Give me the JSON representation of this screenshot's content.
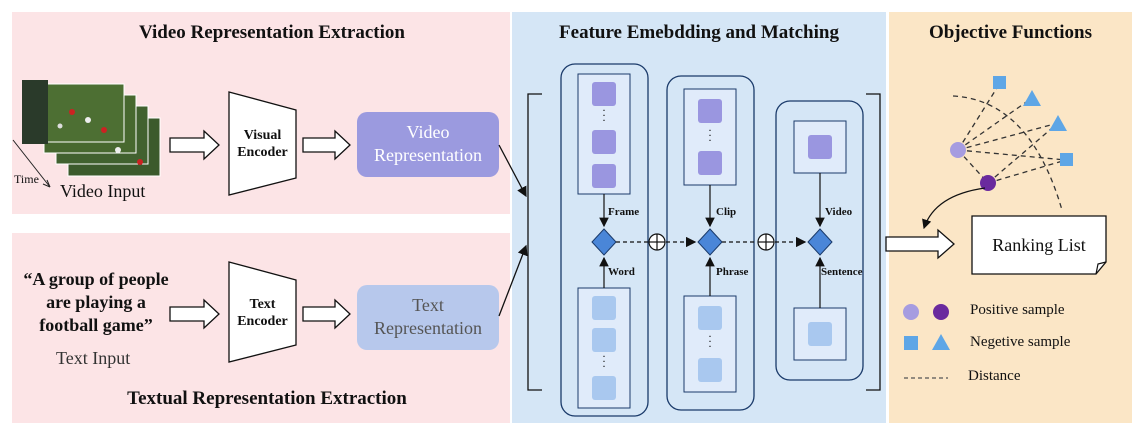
{
  "sections": {
    "video_extraction_title": "Video Representation Extraction",
    "text_extraction_title": "Textual Representation Extraction",
    "embedding_title": "Feature Emebdding and Matching",
    "objective_title": "Objective Functions"
  },
  "video_branch": {
    "time_label": "Time",
    "input_label": "Video Input",
    "encoder_line1": "Visual",
    "encoder_line2": "Encoder",
    "repr_line1": "Video",
    "repr_line2": "Representation"
  },
  "text_branch": {
    "quote_line1": "“A group of people",
    "quote_line2": "are playing a",
    "quote_line3": "football game”",
    "input_label": "Text Input",
    "encoder_line1": "Text",
    "encoder_line2": "Encoder",
    "repr_line1": "Text",
    "repr_line2": "Representation"
  },
  "levels": {
    "frame": "Frame",
    "word": "Word",
    "clip": "Clip",
    "phrase": "Phrase",
    "video": "Video",
    "sentence": "Sentence"
  },
  "objective": {
    "ranking_list": "Ranking List",
    "legend_positive": "Positive sample",
    "legend_negative": "Negetive sample",
    "legend_distance": "Distance"
  },
  "colors": {
    "pink_bg": "#fce4e6",
    "blue_bg": "#d5e6f6",
    "tan_bg": "#fbe6c6",
    "video_repr": "#9b9adf",
    "text_repr": "#b7c8ec",
    "video_square": "#9a96e0",
    "text_square": "#a9c8ef",
    "diamond": "#4a86d8",
    "positive_light": "#a69ce0",
    "positive_dark": "#6a2a9e",
    "negative": "#5ea6e6"
  }
}
